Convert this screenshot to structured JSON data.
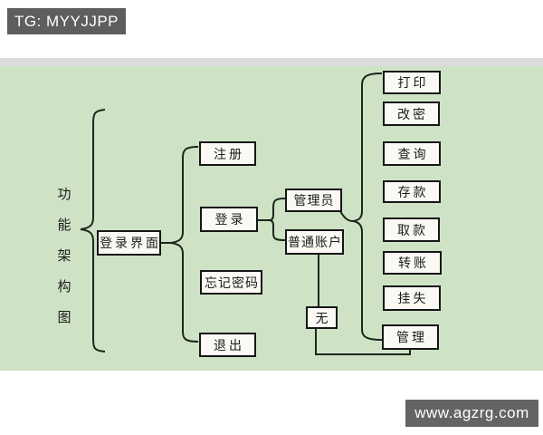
{
  "watermarks": {
    "header_badge": "TG: MYYJJPP",
    "footer_badge": "www.agzrg.com"
  },
  "diagram": {
    "title": {
      "text": "功能架构图",
      "chars": [
        "功",
        "能",
        "架",
        "构",
        "图"
      ]
    },
    "root": {
      "label": "登录界面"
    },
    "menu": [
      {
        "label": "注册"
      },
      {
        "label": "登录"
      },
      {
        "label": "忘记密码"
      },
      {
        "label": "退出"
      }
    ],
    "account_types": [
      {
        "label": "管理员"
      },
      {
        "label": "普通账户"
      }
    ],
    "none_node": {
      "label": "无"
    },
    "functions": [
      {
        "label": "打印"
      },
      {
        "label": "改密"
      },
      {
        "label": "查询"
      },
      {
        "label": "存款"
      },
      {
        "label": "取款"
      },
      {
        "label": "转账"
      },
      {
        "label": "挂失"
      },
      {
        "label": "管理"
      }
    ],
    "colors": {
      "canvas_green": "#cee3c6",
      "strip_gray": "#dcdcdc",
      "badge_gray": "#5e5e5e",
      "box_fill": "#faf9f3",
      "box_border": "#161616",
      "line": "#1d261c"
    }
  }
}
